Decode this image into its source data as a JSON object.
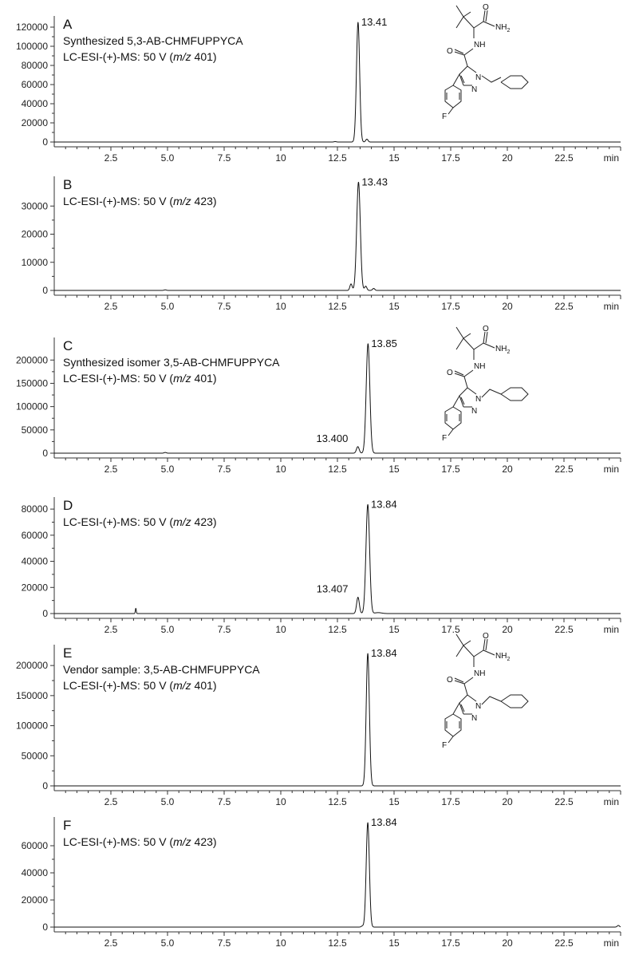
{
  "chart_data": [
    {
      "panel": "A",
      "type": "line",
      "title": "Synthesized 5,3-AB-CHMFUPPYCA",
      "subtitle_parts": [
        "LC-ESI-(+)-MS: 50 V (",
        "m/z",
        " 401)"
      ],
      "xlabel": "min",
      "xlim": [
        0,
        25
      ],
      "ylim": [
        -5000,
        130000
      ],
      "x_ticks": [
        2.5,
        5.0,
        7.5,
        10,
        12.5,
        15,
        17.5,
        20,
        22.5
      ],
      "x_tick_labels": [
        "2.5",
        "5.0",
        "7.5",
        "10",
        "12.5",
        "15",
        "17.5",
        "20",
        "22.5"
      ],
      "y_ticks": [
        0,
        20000,
        40000,
        60000,
        80000,
        100000,
        120000
      ],
      "y_tick_labels": [
        "0",
        "20000",
        "40000",
        "60000",
        "80000",
        "100000",
        "120000"
      ],
      "peaks": [
        {
          "rt": 13.41,
          "height": 125000,
          "width": 0.07,
          "label": "13.41"
        },
        {
          "rt": 13.8,
          "height": 3000,
          "width": 0.05,
          "label": ""
        },
        {
          "rt": 12.4,
          "height": 400,
          "width": 0.05,
          "label": ""
        }
      ],
      "structure": "5,3"
    },
    {
      "panel": "B",
      "type": "line",
      "title": "",
      "subtitle_parts": [
        "LC-ESI-(+)-MS: 50 V (",
        "m/z",
        " 423)"
      ],
      "xlabel": "min",
      "xlim": [
        0,
        25
      ],
      "ylim": [
        -1500,
        40000
      ],
      "x_ticks": [
        2.5,
        5.0,
        7.5,
        10,
        12.5,
        15,
        17.5,
        20,
        22.5
      ],
      "x_tick_labels": [
        "2.5",
        "5.0",
        "7.5",
        "10",
        "12.5",
        "15",
        "17.5",
        "20",
        "22.5"
      ],
      "y_ticks": [
        0,
        10000,
        20000,
        30000
      ],
      "y_tick_labels": [
        "0",
        "10000",
        "20000",
        "30000"
      ],
      "peaks": [
        {
          "rt": 13.43,
          "height": 38500,
          "width": 0.08,
          "label": "13.43"
        },
        {
          "rt": 13.1,
          "height": 2300,
          "width": 0.05,
          "label": ""
        },
        {
          "rt": 13.75,
          "height": 1500,
          "width": 0.05,
          "label": ""
        },
        {
          "rt": 14.1,
          "height": 700,
          "width": 0.05,
          "label": ""
        },
        {
          "rt": 4.9,
          "height": 200,
          "width": 0.05,
          "label": ""
        }
      ],
      "structure": ""
    },
    {
      "panel": "C",
      "type": "line",
      "title": "Synthesized isomer 3,5-AB-CHMFUPPYCA",
      "subtitle_parts": [
        "LC-ESI-(+)-MS: 50 V (",
        "m/z",
        " 401)"
      ],
      "xlabel": "min",
      "xlim": [
        0,
        25
      ],
      "ylim": [
        -8000,
        245000
      ],
      "x_ticks": [
        2.5,
        5.0,
        7.5,
        10,
        12.5,
        15,
        17.5,
        20,
        22.5
      ],
      "x_tick_labels": [
        "2.5",
        "5.0",
        "7.5",
        "10",
        "12.5",
        "15",
        "17.5",
        "20",
        "22.5"
      ],
      "y_ticks": [
        0,
        50000,
        100000,
        150000,
        200000
      ],
      "y_tick_labels": [
        "0",
        "50000",
        "100000",
        "150000",
        "200000"
      ],
      "peaks": [
        {
          "rt": 13.85,
          "height": 235000,
          "width": 0.08,
          "label": "13.85"
        },
        {
          "rt": 13.4,
          "height": 14000,
          "width": 0.06,
          "label": "13.400"
        },
        {
          "rt": 4.9,
          "height": 1500,
          "width": 0.05,
          "label": ""
        }
      ],
      "structure": "3,5"
    },
    {
      "panel": "D",
      "type": "line",
      "title": "",
      "subtitle_parts": [
        "LC-ESI-(+)-MS: 50 V (",
        "m/z",
        " 423)"
      ],
      "xlabel": "min",
      "xlim": [
        0,
        25
      ],
      "ylim": [
        -3000,
        88000
      ],
      "x_ticks": [
        2.5,
        5.0,
        7.5,
        10,
        12.5,
        15,
        17.5,
        20,
        22.5
      ],
      "x_tick_labels": [
        "2.5",
        "5.0",
        "7.5",
        "10",
        "12.5",
        "15",
        "17.5",
        "20",
        "22.5"
      ],
      "y_ticks": [
        0,
        20000,
        40000,
        60000,
        80000
      ],
      "y_tick_labels": [
        "0",
        "20000",
        "40000",
        "60000",
        "80000"
      ],
      "peaks": [
        {
          "rt": 13.84,
          "height": 83500,
          "width": 0.08,
          "label": "13.84"
        },
        {
          "rt": 13.407,
          "height": 12500,
          "width": 0.06,
          "label": "13.407"
        },
        {
          "rt": 3.6,
          "height": 4000,
          "width": 0.02,
          "label": ""
        },
        {
          "rt": 14.3,
          "height": 700,
          "width": 0.15,
          "label": ""
        }
      ],
      "structure": ""
    },
    {
      "panel": "E",
      "type": "line",
      "title": "Vendor sample: 3,5-AB-CHMFUPPYCA",
      "subtitle_parts": [
        "LC-ESI-(+)-MS: 50 V (",
        "m/z",
        " 401)"
      ],
      "xlabel": "min",
      "xlim": [
        0,
        25
      ],
      "ylim": [
        -8000,
        232000
      ],
      "x_ticks": [
        2.5,
        5.0,
        7.5,
        10,
        12.5,
        15,
        17.5,
        20,
        22.5
      ],
      "x_tick_labels": [
        "2.5",
        "5.0",
        "7.5",
        "10",
        "12.5",
        "15",
        "17.5",
        "20",
        "22.5"
      ],
      "y_ticks": [
        0,
        50000,
        100000,
        150000,
        200000
      ],
      "y_tick_labels": [
        "0",
        "50000",
        "100000",
        "150000",
        "200000"
      ],
      "peaks": [
        {
          "rt": 13.84,
          "height": 220000,
          "width": 0.07,
          "label": "13.84"
        }
      ],
      "structure": "3,5"
    },
    {
      "panel": "F",
      "type": "line",
      "title": "",
      "subtitle_parts": [
        "LC-ESI-(+)-MS: 50 V (",
        "m/z",
        " 423)"
      ],
      "xlabel": "min",
      "xlim": [
        0,
        25
      ],
      "ylim": [
        -2500,
        80000
      ],
      "x_ticks": [
        2.5,
        5.0,
        7.5,
        10,
        12.5,
        15,
        17.5,
        20,
        22.5
      ],
      "x_tick_labels": [
        "2.5",
        "5.0",
        "7.5",
        "10",
        "12.5",
        "15",
        "17.5",
        "20",
        "22.5"
      ],
      "y_ticks": [
        0,
        20000,
        40000,
        60000
      ],
      "y_tick_labels": [
        "0",
        "20000",
        "40000",
        "60000"
      ],
      "peaks": [
        {
          "rt": 13.84,
          "height": 77000,
          "width": 0.07,
          "label": "13.84"
        },
        {
          "rt": 13.6,
          "height": 800,
          "width": 0.05,
          "label": ""
        },
        {
          "rt": 24.9,
          "height": 1200,
          "width": 0.05,
          "label": ""
        }
      ],
      "structure": ""
    }
  ],
  "structure_labels": {
    "oxygen": "O",
    "amide": "NH",
    "amine": "NH",
    "amine_sub": "2",
    "nitrogen": "N",
    "fluorine": "F"
  }
}
